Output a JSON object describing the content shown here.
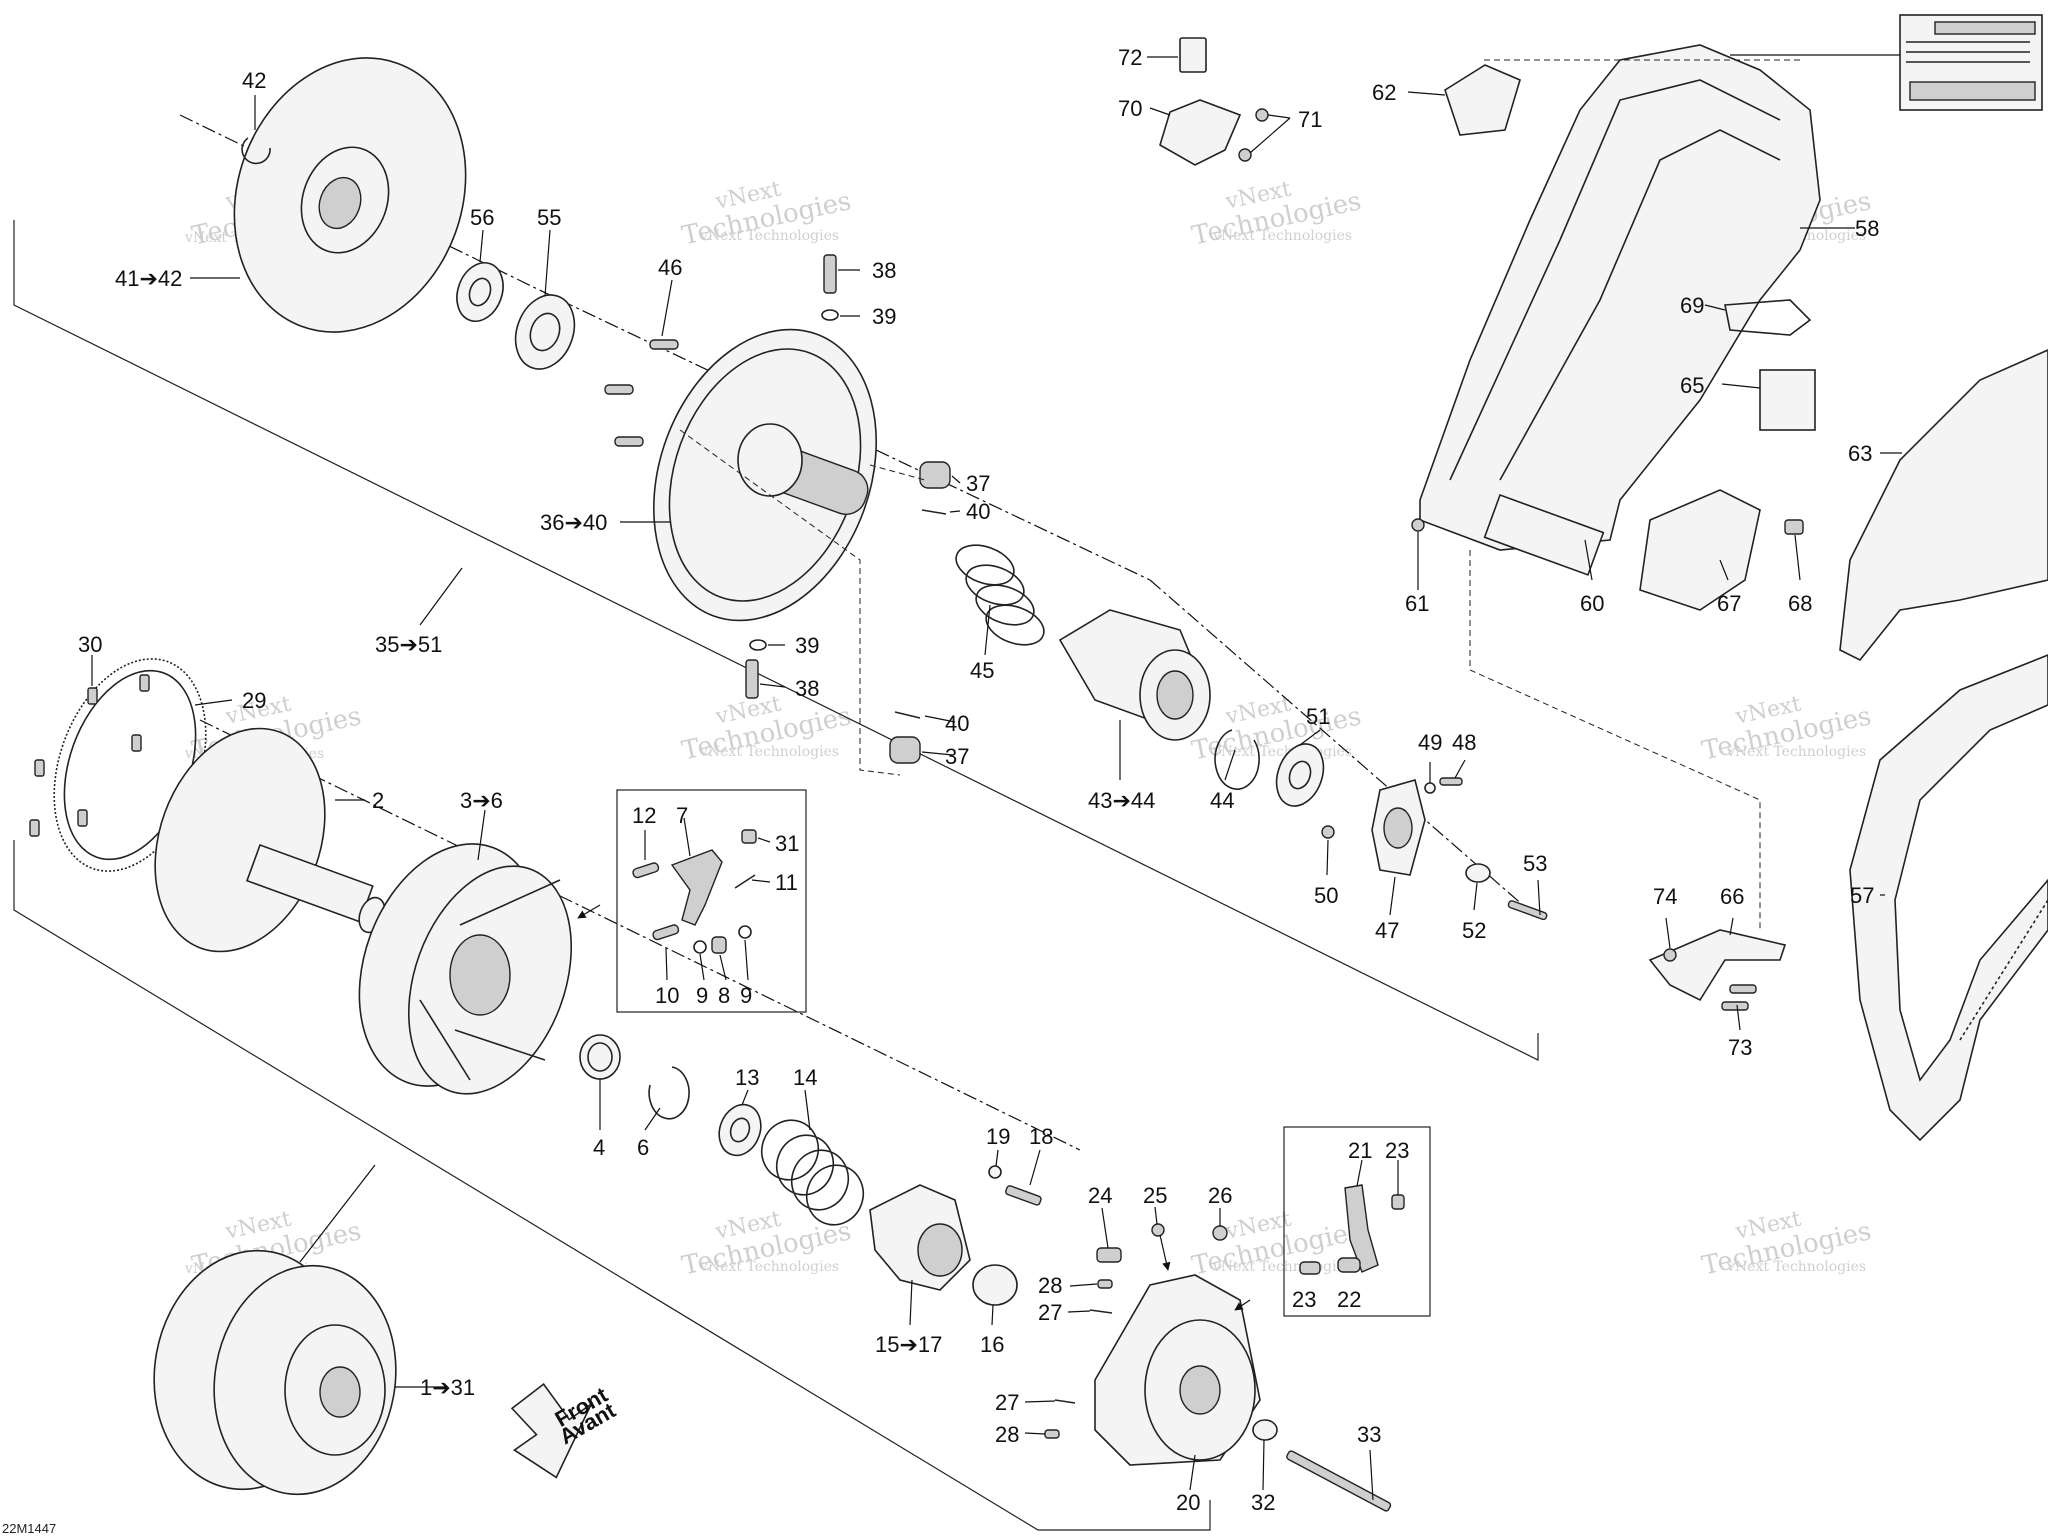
{
  "drawing_code": "22M1447",
  "watermark": {
    "line1": "vNext",
    "line2": "Technologies",
    "line3": "vNext Technologies"
  },
  "arrow_label": {
    "line1": "Front",
    "line2": "Avant"
  },
  "callouts": [
    {
      "id": "c42",
      "text": "42"
    },
    {
      "id": "c41",
      "text": "41➔42"
    },
    {
      "id": "c56",
      "text": "56"
    },
    {
      "id": "c55",
      "text": "55"
    },
    {
      "id": "c46",
      "text": "46"
    },
    {
      "id": "c38a",
      "text": "38"
    },
    {
      "id": "c39a",
      "text": "39"
    },
    {
      "id": "c37a",
      "text": "37"
    },
    {
      "id": "c40a",
      "text": "40"
    },
    {
      "id": "c36",
      "text": "36➔40"
    },
    {
      "id": "c35",
      "text": "35➔51"
    },
    {
      "id": "c39b",
      "text": "39"
    },
    {
      "id": "c38b",
      "text": "38"
    },
    {
      "id": "c45",
      "text": "45"
    },
    {
      "id": "c40b",
      "text": "40"
    },
    {
      "id": "c37b",
      "text": "37"
    },
    {
      "id": "c30",
      "text": "30"
    },
    {
      "id": "c29",
      "text": "29"
    },
    {
      "id": "c2",
      "text": "2"
    },
    {
      "id": "c3",
      "text": "3➔6"
    },
    {
      "id": "c12",
      "text": "12"
    },
    {
      "id": "c7",
      "text": "7"
    },
    {
      "id": "c31",
      "text": "31"
    },
    {
      "id": "c11",
      "text": "11"
    },
    {
      "id": "c10",
      "text": "10"
    },
    {
      "id": "c9a",
      "text": "9"
    },
    {
      "id": "c8",
      "text": "8"
    },
    {
      "id": "c9b",
      "text": "9"
    },
    {
      "id": "c43",
      "text": "43➔44"
    },
    {
      "id": "c44",
      "text": "44"
    },
    {
      "id": "c51",
      "text": "51"
    },
    {
      "id": "c49",
      "text": "49"
    },
    {
      "id": "c48",
      "text": "48"
    },
    {
      "id": "c50",
      "text": "50"
    },
    {
      "id": "c47",
      "text": "47"
    },
    {
      "id": "c52",
      "text": "52"
    },
    {
      "id": "c53",
      "text": "53"
    },
    {
      "id": "c4",
      "text": "4"
    },
    {
      "id": "c6",
      "text": "6"
    },
    {
      "id": "c13",
      "text": "13"
    },
    {
      "id": "c14",
      "text": "14"
    },
    {
      "id": "c19",
      "text": "19"
    },
    {
      "id": "c18",
      "text": "18"
    },
    {
      "id": "c15",
      "text": "15➔17"
    },
    {
      "id": "c16",
      "text": "16"
    },
    {
      "id": "c24",
      "text": "24"
    },
    {
      "id": "c25",
      "text": "25"
    },
    {
      "id": "c26",
      "text": "26"
    },
    {
      "id": "c21",
      "text": "21"
    },
    {
      "id": "c23a",
      "text": "23"
    },
    {
      "id": "c23b",
      "text": "23"
    },
    {
      "id": "c22",
      "text": "22"
    },
    {
      "id": "c28a",
      "text": "28"
    },
    {
      "id": "c27a",
      "text": "27"
    },
    {
      "id": "c27b",
      "text": "27"
    },
    {
      "id": "c28b",
      "text": "28"
    },
    {
      "id": "c20",
      "text": "20"
    },
    {
      "id": "c32",
      "text": "32"
    },
    {
      "id": "c33",
      "text": "33"
    },
    {
      "id": "c1",
      "text": "1➔31"
    },
    {
      "id": "c72",
      "text": "72"
    },
    {
      "id": "c70",
      "text": "70"
    },
    {
      "id": "c71",
      "text": "71"
    },
    {
      "id": "c62",
      "text": "62"
    },
    {
      "id": "c58",
      "text": "58"
    },
    {
      "id": "c69",
      "text": "69"
    },
    {
      "id": "c65",
      "text": "65"
    },
    {
      "id": "c63",
      "text": "63"
    },
    {
      "id": "c61",
      "text": "61"
    },
    {
      "id": "c60",
      "text": "60"
    },
    {
      "id": "c67",
      "text": "67"
    },
    {
      "id": "c68",
      "text": "68"
    },
    {
      "id": "c74",
      "text": "74"
    },
    {
      "id": "c66",
      "text": "66"
    },
    {
      "id": "c57",
      "text": "57"
    },
    {
      "id": "c73",
      "text": "73"
    }
  ]
}
